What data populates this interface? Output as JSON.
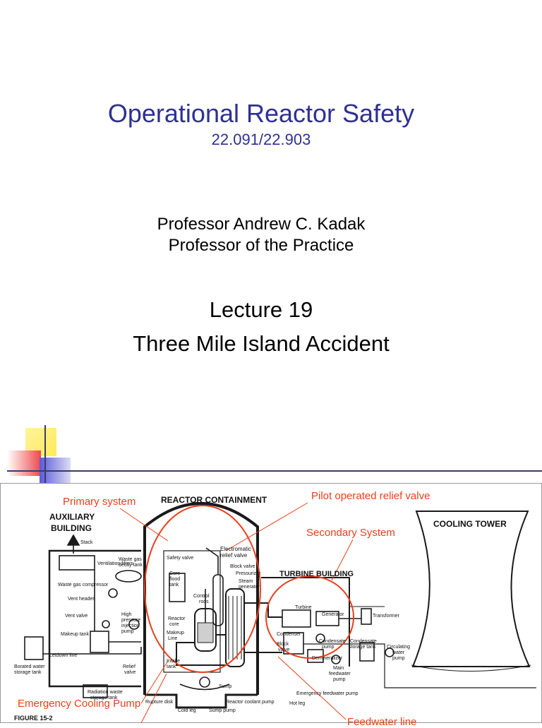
{
  "slide": {
    "title": "Operational Reactor Safety",
    "course_number": "22.091/22.903",
    "author_name": "Professor Andrew C. Kadak",
    "author_title": "Professor of the Practice",
    "lecture_number": "Lecture 19",
    "lecture_topic": "Three Mile Island Accident"
  },
  "colors": {
    "title": "#2e3192",
    "annotation": "#e8401c",
    "deco_yellow": "#ffeb55",
    "deco_red": "#f04848",
    "deco_blue": "#5a5ad8"
  },
  "annotations": {
    "primary_system": "Primary system",
    "pilot_valve": "Pilot operated relief valve",
    "secondary_system": "Secondary System",
    "emergency_pump": "Emergency Cooling Pump",
    "feedwater_line": "Feedwater line"
  },
  "diagram": {
    "reactor_containment": "REACTOR CONTAINMENT",
    "auxiliary": "AUXILIARY",
    "building": "BUILDING",
    "cooling_tower": "COOLING TOWER",
    "turbine_building": "TURBINE BUILDING",
    "stack": "Stack",
    "ventilation_filters": "Ventilation filters",
    "waste_gas_decay_tank_1": "Waste gas",
    "waste_gas_decay_tank_2": "decay tank",
    "waste_gas_compressor": "Waste gas compressor",
    "vent_header": "Vent header",
    "vent_valve": "Vent valve",
    "makeup_tank": "Makeup tank",
    "letdown_line": "Letdown line",
    "borated_water_1": "Borated water",
    "borated_water_2": "storage tank",
    "high_pressure_1": "High",
    "high_pressure_2": "pressure",
    "high_pressure_3": "injection",
    "high_pressure_4": "pump",
    "relief_valve_1": "Relief",
    "relief_valve_2": "valve",
    "radiation_waste_1": "Radiation waste",
    "radiation_waste_2": "storage tank",
    "safety_valve": "Safety valve",
    "core_flood_1": "Core",
    "core_flood_2": "flood",
    "core_flood_3": "tank",
    "electromatic_1": "Electromatic",
    "electromatic_2": "relief valve",
    "block_valve": "Block valve",
    "pressurizer": "Pressurizer",
    "steam_gen_1": "Steam",
    "steam_gen_2": "generator",
    "control_rods_1": "Control",
    "control_rods_2": "rods",
    "reactor_core_1": "Reactor",
    "reactor_core_2": "core",
    "makeup_line_1": "Makeup",
    "makeup_line_2": "Line",
    "intake_1": "Intake",
    "intake_2": "tank",
    "sump": "Sump",
    "rupture_disk": "Rupture disk",
    "cold_leg": "Cold leg",
    "sump_pump": "Sump pump",
    "reactor_coolant_pump": "Reactor coolant pump",
    "hot_leg": "Hot leg",
    "turbine": "Turbine",
    "generator": "Generator",
    "transformer": "Transformer",
    "condenser": "Condenser",
    "block_valve2_1": "Block",
    "block_valve2_2": "valve",
    "condensate_pump_1": "Condensate",
    "condensate_pump_2": "pump",
    "condensate_tank_1": "Condensate",
    "condensate_tank_2": "storage tank",
    "demineralizer": "Demineralizer",
    "main_feed_1": "Main",
    "main_feed_2": "feedwater",
    "main_feed_3": "pump",
    "circ_pump_1": "Circulating",
    "circ_pump_2": "water",
    "circ_pump_3": "pump",
    "emergency_feedwater_pump": "Emergency feedwater pump",
    "figure_label": "FIGURE 15-2"
  }
}
